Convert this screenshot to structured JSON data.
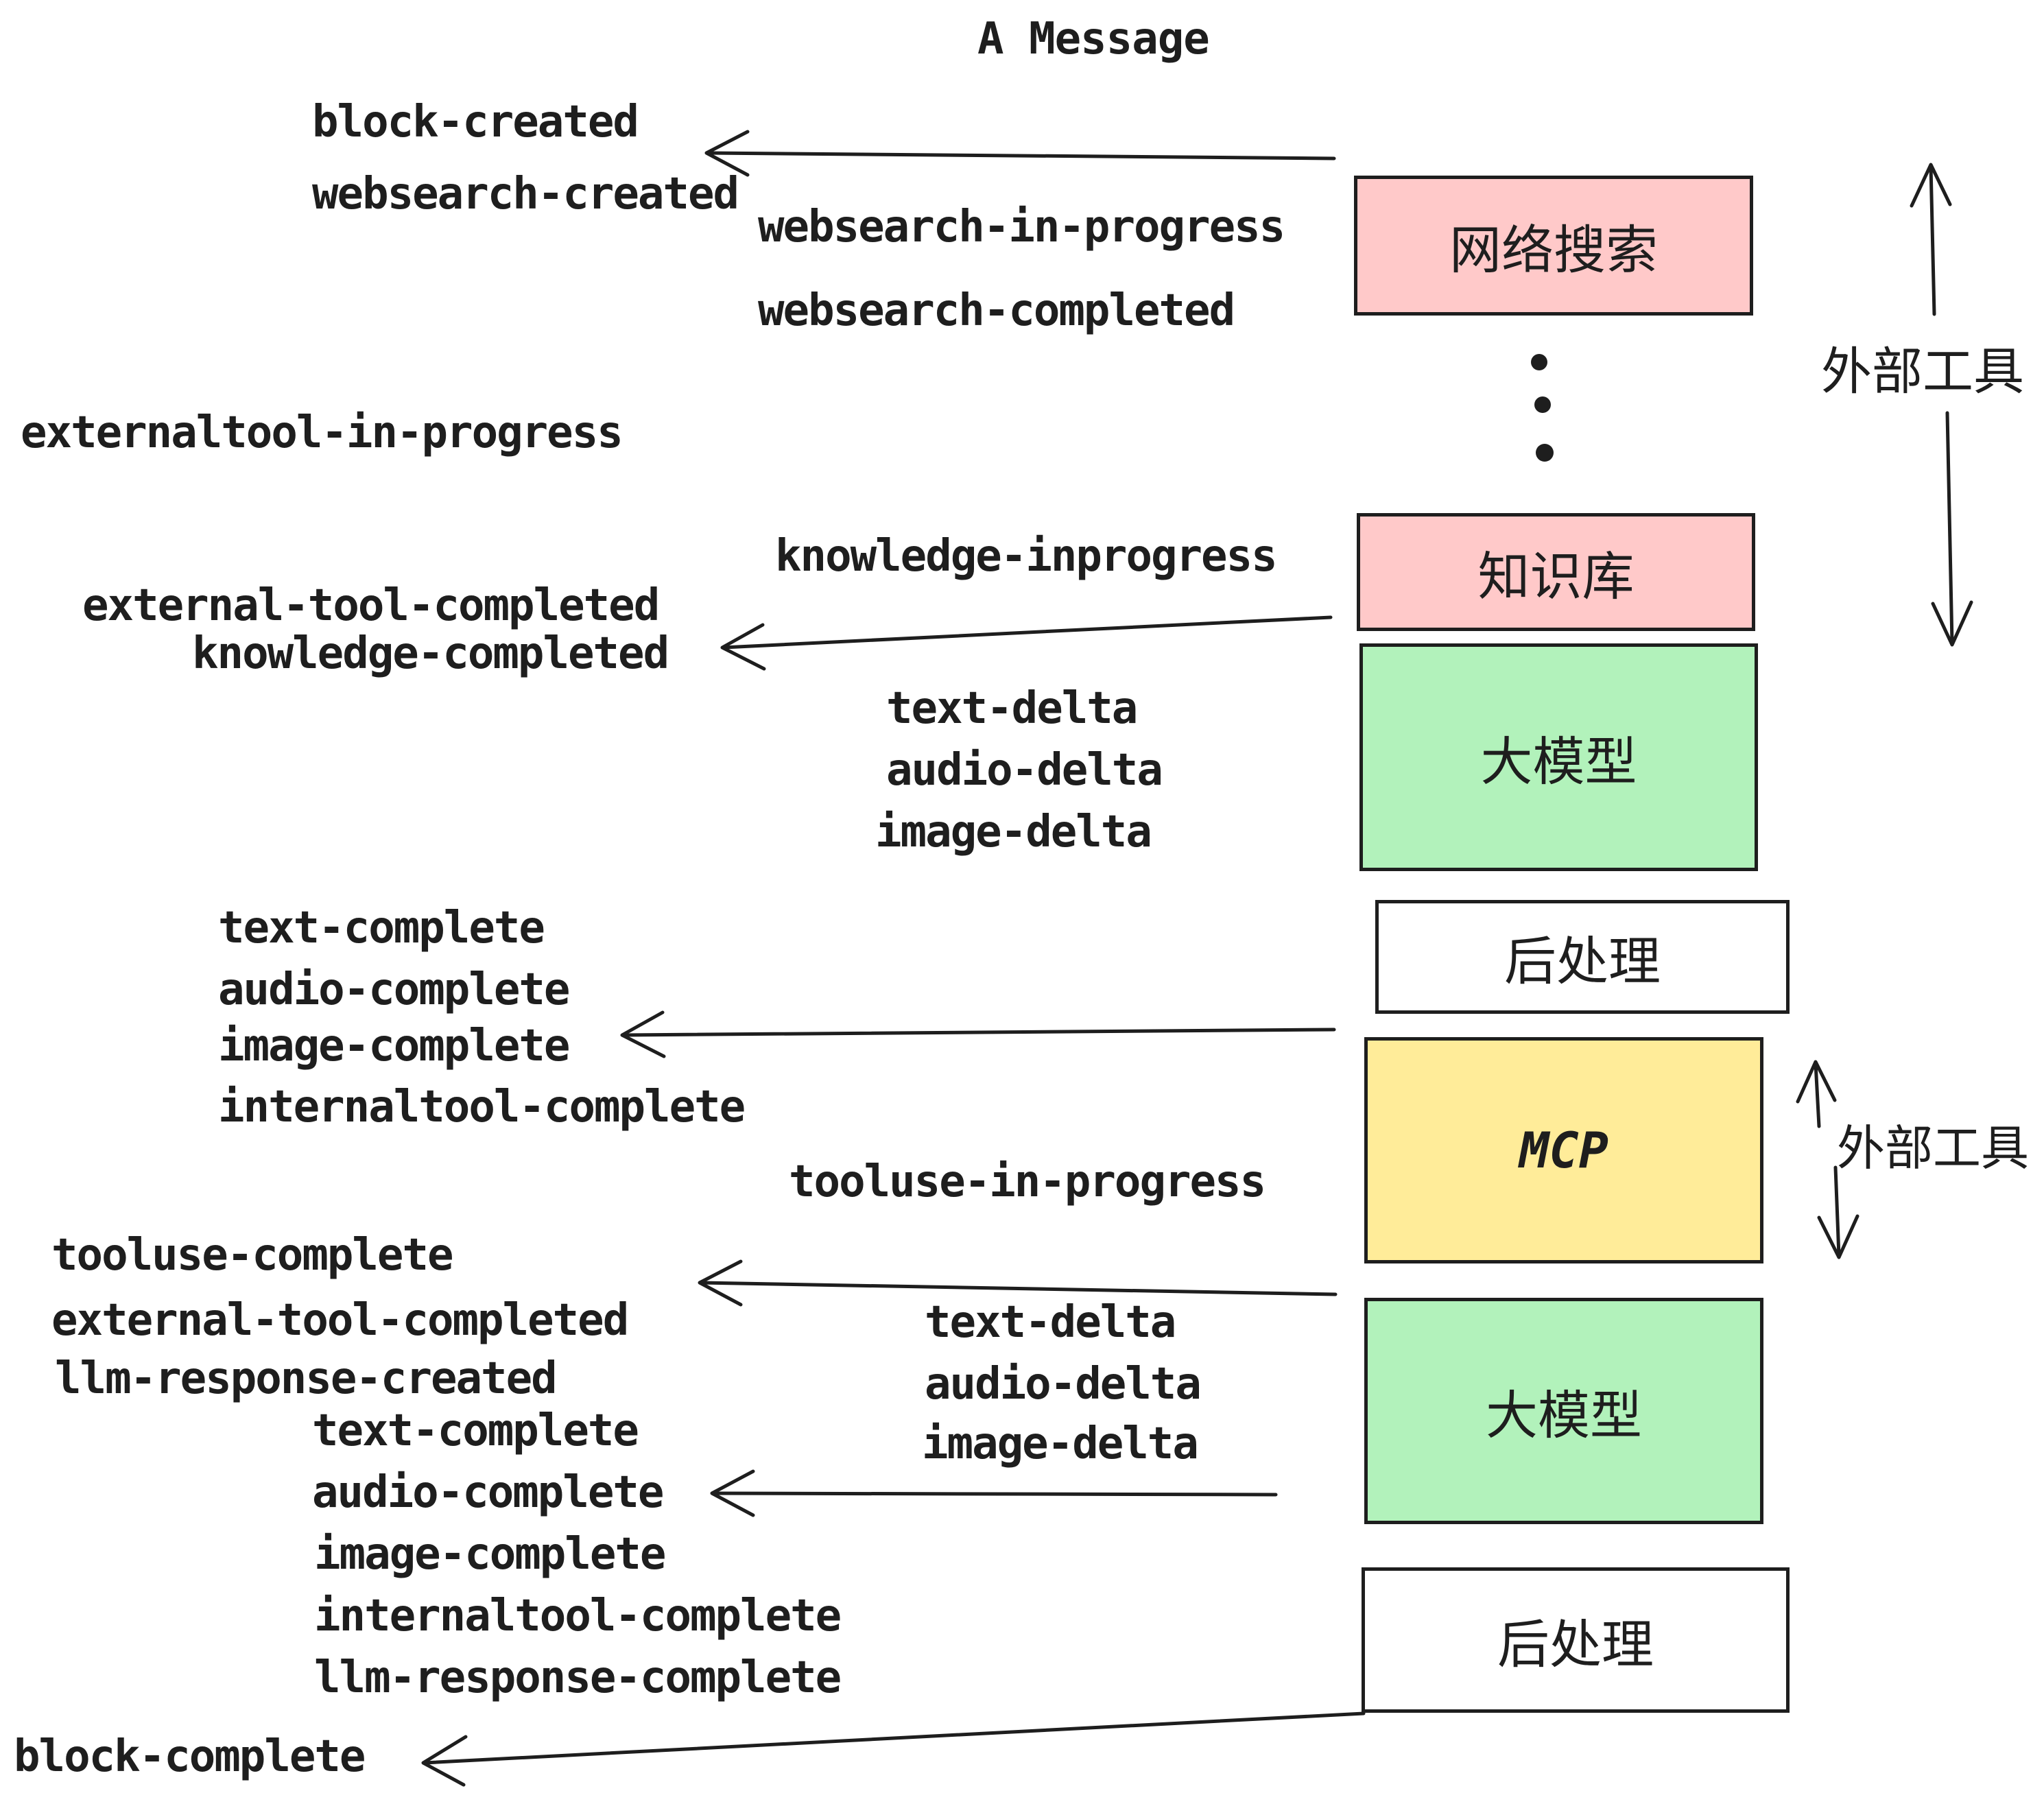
{
  "title": "A Message",
  "colors": {
    "pink": "#ffc9c9",
    "green": "#b2f2bb",
    "yellow": "#ffec99",
    "white": "#ffffff",
    "ink": "#1e1e1e"
  },
  "boxes": [
    {
      "id": "websearch",
      "label": "网络搜索",
      "color": "pink"
    },
    {
      "id": "knowledge",
      "label": "知识库",
      "color": "pink"
    },
    {
      "id": "llm-1",
      "label": "大模型",
      "color": "green"
    },
    {
      "id": "postprocess-1",
      "label": "后处理",
      "color": "white"
    },
    {
      "id": "mcp",
      "label": "MCP",
      "color": "yellow"
    },
    {
      "id": "llm-2",
      "label": "大模型",
      "color": "green"
    },
    {
      "id": "postprocess-2",
      "label": "后处理",
      "color": "white"
    }
  ],
  "side_labels": [
    {
      "text": "外部工具"
    },
    {
      "text": "外部工具"
    }
  ],
  "events_left": [
    {
      "text": "block-created"
    },
    {
      "text": "websearch-created"
    },
    {
      "text": "externaltool-in-progress"
    },
    {
      "text": "external-tool-completed"
    },
    {
      "text": "knowledge-completed"
    },
    {
      "text": "text-complete"
    },
    {
      "text": "audio-complete"
    },
    {
      "text": "image-complete"
    },
    {
      "text": "internaltool-complete"
    },
    {
      "text": "tooluse-complete"
    },
    {
      "text": "external-tool-completed"
    },
    {
      "text": "llm-response-created"
    },
    {
      "text": "text-complete"
    },
    {
      "text": "audio-complete"
    },
    {
      "text": "image-complete"
    },
    {
      "text": "internaltool-complete"
    },
    {
      "text": "llm-response-complete"
    },
    {
      "text": "block-complete"
    }
  ],
  "events_right": [
    {
      "text": "websearch-in-progress"
    },
    {
      "text": "websearch-completed"
    },
    {
      "text": "knowledge-inprogress"
    },
    {
      "text": "text-delta"
    },
    {
      "text": "audio-delta"
    },
    {
      "text": "image-delta"
    },
    {
      "text": "tooluse-in-progress"
    },
    {
      "text": "text-delta"
    },
    {
      "text": "audio-delta"
    },
    {
      "text": "image-delta"
    }
  ]
}
